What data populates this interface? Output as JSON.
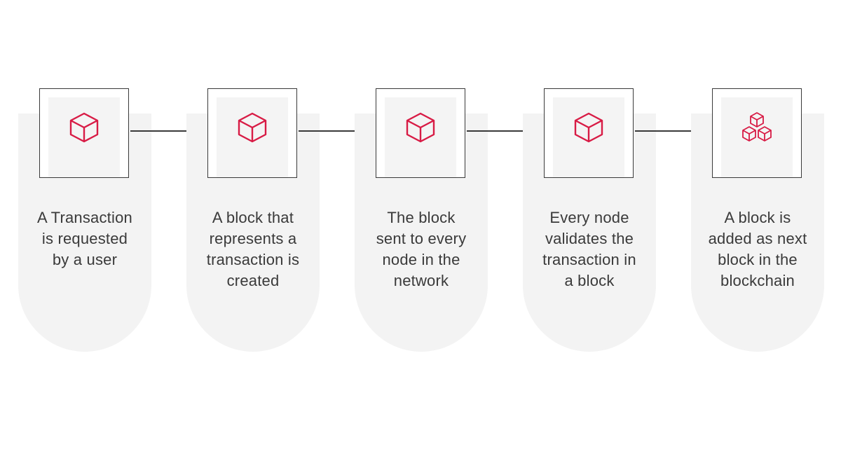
{
  "colors": {
    "accent": "#d81b45",
    "pill": "#f3f3f3",
    "text": "#3a3a3a"
  },
  "steps": [
    {
      "label": "A Transaction\nis requested\nby a user",
      "icon": "cube-icon"
    },
    {
      "label": "A block that\nrepresents a\ntransaction is\ncreated",
      "icon": "cube-icon"
    },
    {
      "label": "The block\nsent to every\nnode in the\nnetwork",
      "icon": "cube-icon"
    },
    {
      "label": "Every node\nvalidates the\ntransaction in\na block",
      "icon": "cube-icon"
    },
    {
      "label": "A block is\nadded as next\nblock in the\nblockchain",
      "icon": "stacked-cubes-icon"
    }
  ]
}
